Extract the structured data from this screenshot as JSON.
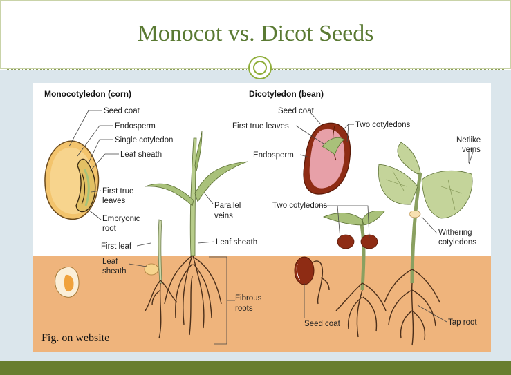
{
  "slide": {
    "title": "Monocot vs. Dicot Seeds"
  },
  "figure": {
    "monocot_heading": "Monocotyledon (corn)",
    "dicot_heading": "Dicotyledon (bean)",
    "caption": "Fig. on website",
    "monocot_labels": {
      "seed_coat": "Seed coat",
      "endosperm": "Endosperm",
      "single_cotyledon": "Single cotyledon",
      "leaf_sheath": "Leaf sheath",
      "first_true_leaves_1": "First true",
      "first_true_leaves_2": "leaves",
      "embryonic_root_1": "Embryonic",
      "embryonic_root_2": "root",
      "first_leaf": "First leaf",
      "leaf_sheath_small_1": "Leaf",
      "leaf_sheath_small_2": "sheath",
      "parallel_veins_1": "Parallel",
      "parallel_veins_2": "veins",
      "leaf_sheath_plant": "Leaf sheath",
      "fibrous_roots_1": "Fibrous",
      "fibrous_roots_2": "roots"
    },
    "dicot_labels": {
      "seed_coat": "Seed coat",
      "first_true_leaves": "First true leaves",
      "two_cotyledons": "Two cotyledons",
      "endosperm": "Endosperm",
      "two_cotyledons_seedling": "Two cotyledons",
      "netlike_veins_1": "Netlike",
      "netlike_veins_2": "veins",
      "withering_cotyledons_1": "Withering",
      "withering_cotyledons_2": "cotyledons",
      "seed_coat_bottom": "Seed coat",
      "tap_root": "Tap root"
    }
  },
  "colors": {
    "title_green": "#5a7a33",
    "bottom_bar": "#687e2f",
    "soil": "#efb47c",
    "leaf_green": "#a9c17a",
    "bean_red": "#8e2c14",
    "root_brown": "#4a2e1a",
    "kernel_yellow": "#f3c46d"
  }
}
